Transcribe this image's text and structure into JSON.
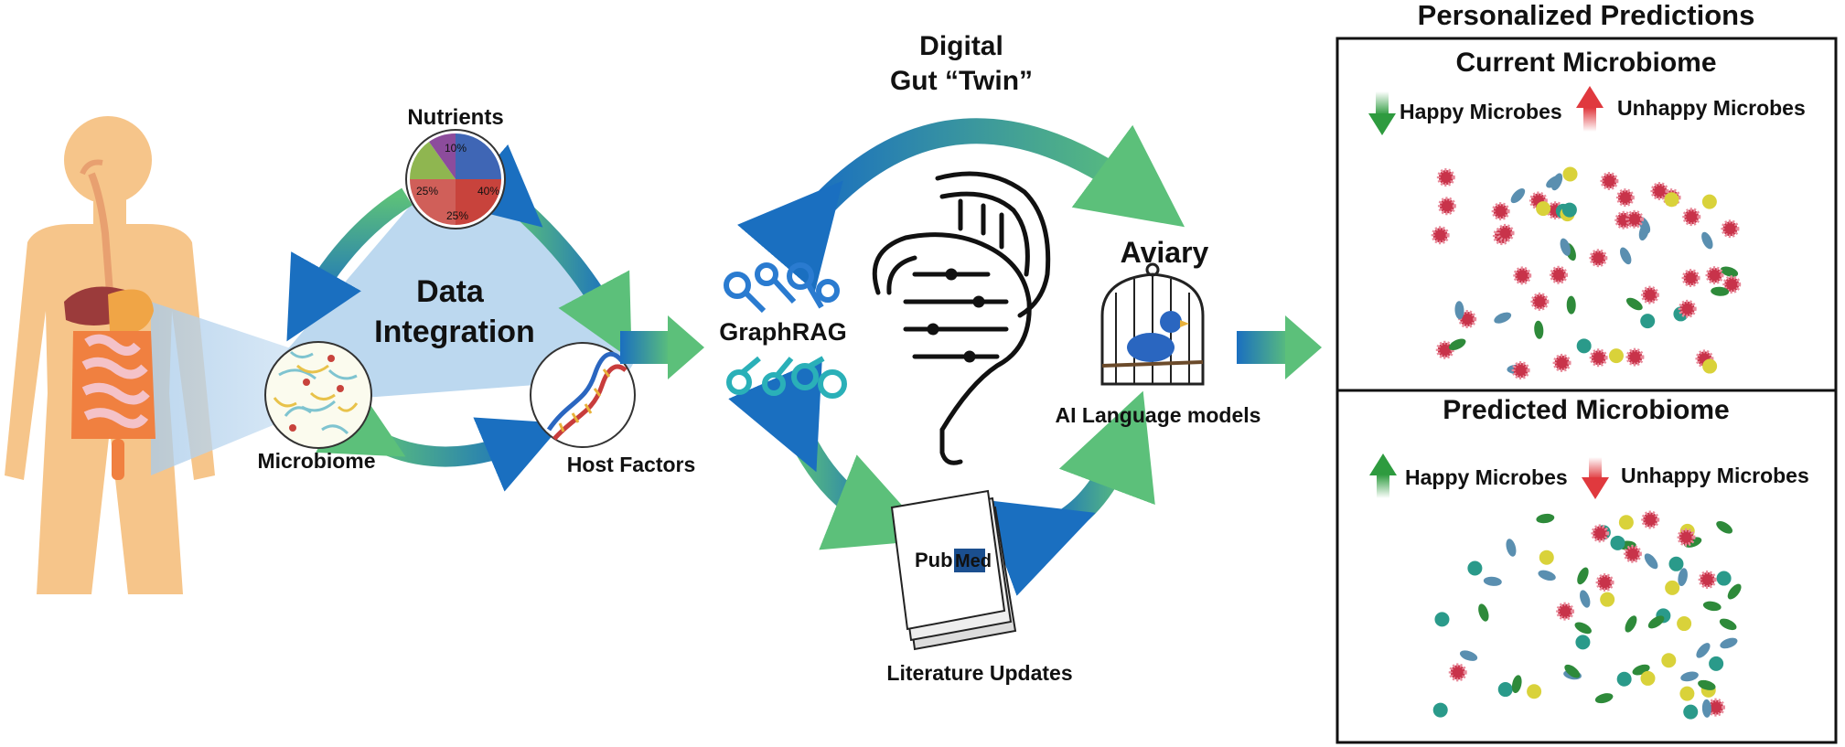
{
  "labels": {
    "nutrients": "Nutrients",
    "data_integration_line1": "Data",
    "data_integration_line2": "Integration",
    "microbiome": "Microbiome",
    "host_factors": "Host Factors",
    "twin_line1": "Digital",
    "twin_line2": "Gut “Twin”",
    "graphrag": "GraphRAG",
    "aviary": "Aviary",
    "ai_models": "AI Language models",
    "literature": "Literature Updates",
    "pubmed_a": "Pub",
    "pubmed_b": "Med"
  },
  "nutrient_pie": [
    "10%",
    "40%",
    "25%",
    "25%"
  ],
  "predictions": {
    "title": "Personalized Predictions",
    "current": {
      "title": "Current Microbiome",
      "happy": "Happy Microbes",
      "unhappy": "Unhappy Microbes",
      "happy_trend": "down",
      "unhappy_trend": "up"
    },
    "predicted": {
      "title": "Predicted Microbiome",
      "happy": "Happy Microbes",
      "unhappy": "Unhappy Microbes",
      "happy_trend": "up",
      "unhappy_trend": "down"
    }
  },
  "colors": {
    "arrow_green": "#5cc07a",
    "arrow_blue": "#1a6fc0",
    "integration_fill": "#bcd8ef",
    "body_skin": "#f6c58a",
    "trend_up_green": "#2e9b3f",
    "trend_down_red": "#e0393e",
    "frame": "#111111"
  }
}
